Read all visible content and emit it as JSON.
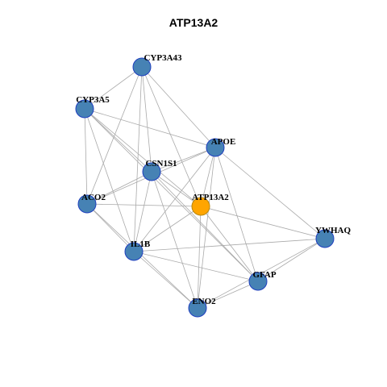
{
  "title": "ATP13A2",
  "colors": {
    "node_fill": "#4682B4",
    "node_stroke": "#1F3FBF",
    "center_fill": "#FFA500",
    "center_stroke": "#B8860B",
    "edge": "#AAAAAA"
  },
  "nodes": [
    {
      "id": "CYP3A43",
      "label": "CYP3A43",
      "center": false
    },
    {
      "id": "CYP3A5",
      "label": "CYP3A5",
      "center": false
    },
    {
      "id": "APOE",
      "label": "APOE",
      "center": false
    },
    {
      "id": "CSN1S1",
      "label": "CSN1S1",
      "center": false
    },
    {
      "id": "ACO2",
      "label": "ACO2",
      "center": false
    },
    {
      "id": "ATP13A2",
      "label": "ATP13A2",
      "center": true
    },
    {
      "id": "YWHAQ",
      "label": "YWHAQ",
      "center": false
    },
    {
      "id": "IL1B",
      "label": "IL1B",
      "center": false
    },
    {
      "id": "GFAP",
      "label": "GFAP",
      "center": false
    },
    {
      "id": "ENO2",
      "label": "ENO2",
      "center": false
    }
  ],
  "edges": [
    [
      "CYP3A43",
      "CYP3A5"
    ],
    [
      "CYP3A43",
      "APOE"
    ],
    [
      "CYP3A43",
      "CSN1S1"
    ],
    [
      "CYP3A43",
      "ACO2"
    ],
    [
      "CYP3A43",
      "IL1B"
    ],
    [
      "CYP3A43",
      "ATP13A2"
    ],
    [
      "CYP3A5",
      "APOE"
    ],
    [
      "CYP3A5",
      "CSN1S1"
    ],
    [
      "CYP3A5",
      "ACO2"
    ],
    [
      "CYP3A5",
      "IL1B"
    ],
    [
      "CYP3A5",
      "GFAP"
    ],
    [
      "CYP3A5",
      "ATP13A2"
    ],
    [
      "APOE",
      "CSN1S1"
    ],
    [
      "APOE",
      "ACO2"
    ],
    [
      "APOE",
      "IL1B"
    ],
    [
      "APOE",
      "ATP13A2"
    ],
    [
      "APOE",
      "YWHAQ"
    ],
    [
      "APOE",
      "GFAP"
    ],
    [
      "APOE",
      "ENO2"
    ],
    [
      "CSN1S1",
      "ACO2"
    ],
    [
      "CSN1S1",
      "IL1B"
    ],
    [
      "CSN1S1",
      "GFAP"
    ],
    [
      "CSN1S1",
      "ENO2"
    ],
    [
      "CSN1S1",
      "ATP13A2"
    ],
    [
      "ACO2",
      "ATP13A2"
    ],
    [
      "ACO2",
      "IL1B"
    ],
    [
      "ACO2",
      "ENO2"
    ],
    [
      "ATP13A2",
      "YWHAQ"
    ],
    [
      "ATP13A2",
      "GFAP"
    ],
    [
      "ATP13A2",
      "ENO2"
    ],
    [
      "ATP13A2",
      "IL1B"
    ],
    [
      "IL1B",
      "GFAP"
    ],
    [
      "IL1B",
      "ENO2"
    ],
    [
      "IL1B",
      "YWHAQ"
    ],
    [
      "GFAP",
      "ENO2"
    ],
    [
      "GFAP",
      "YWHAQ"
    ],
    [
      "YWHAQ",
      "ENO2"
    ]
  ]
}
